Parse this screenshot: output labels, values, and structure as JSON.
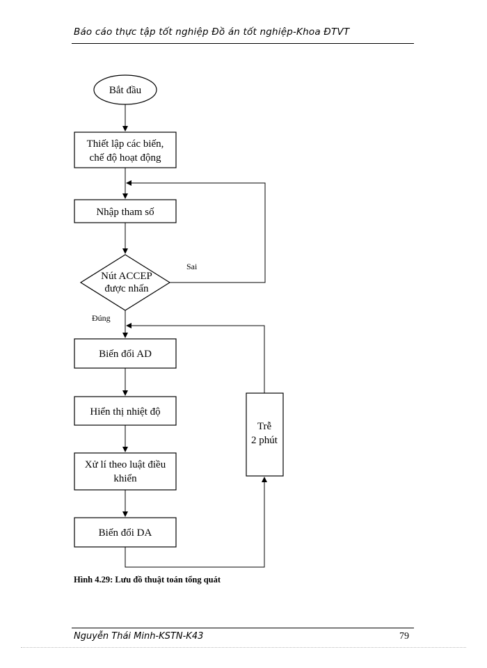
{
  "header": {
    "text": "Báo cáo thực tập tốt nghiệp Đồ án tốt nghiệp-Khoa ĐTVT"
  },
  "flowchart": {
    "start": "Bắt đầu",
    "init_line1": "Thiết lập các biến,",
    "init_line2": "chế độ hoạt động",
    "input": "Nhập tham số",
    "decision_line1": "Nút ACCEP",
    "decision_line2": "được nhấn",
    "label_no": "Sai",
    "label_yes": "Đúng",
    "adc": "Biến đổi AD",
    "display": "Hiển thị nhiệt độ",
    "control_line1": "Xử lí theo luật điều",
    "control_line2": "khiển",
    "dac": "Biến đổi DA",
    "delay_line1": "Trễ",
    "delay_line2": "2 phút"
  },
  "caption": "Hình 4.29: Lưu đồ thuật toán tổng quát",
  "footer": {
    "author": "Nguyễn Thái Minh-KSTN-K43",
    "page_number": "79"
  }
}
